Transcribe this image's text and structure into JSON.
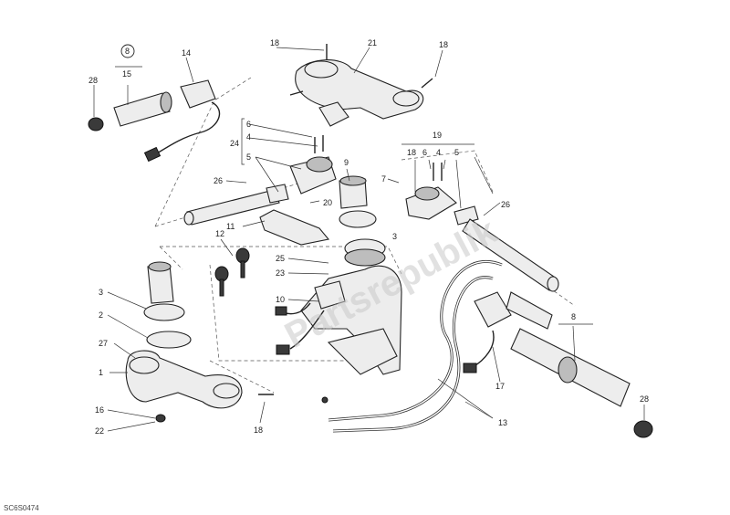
{
  "diagram": {
    "watermark": "Partsrepublik",
    "drawing_code": "SC6S0474",
    "callouts": {
      "c1": "1",
      "c2": "2",
      "c3": "3",
      "c3b": "3",
      "c4a": "4",
      "c4b": "4",
      "c5a": "5",
      "c5b": "5",
      "c6a": "6",
      "c6b": "6",
      "c7": "7",
      "c8a": "8",
      "c8b": "8",
      "c9": "9",
      "c10": "10",
      "c11": "11",
      "c12": "12",
      "c13": "13",
      "c14": "14",
      "c15": "15",
      "c16": "16",
      "c17": "17",
      "c18a": "18",
      "c18b": "18",
      "c18c": "18",
      "c18d": "18",
      "c19": "19",
      "c20": "20",
      "c21": "21",
      "c22": "22",
      "c23": "23",
      "c24": "24",
      "c25": "25",
      "c26a": "26",
      "c26b": "26",
      "c27": "27",
      "c28a": "28",
      "c28b": "28"
    }
  }
}
